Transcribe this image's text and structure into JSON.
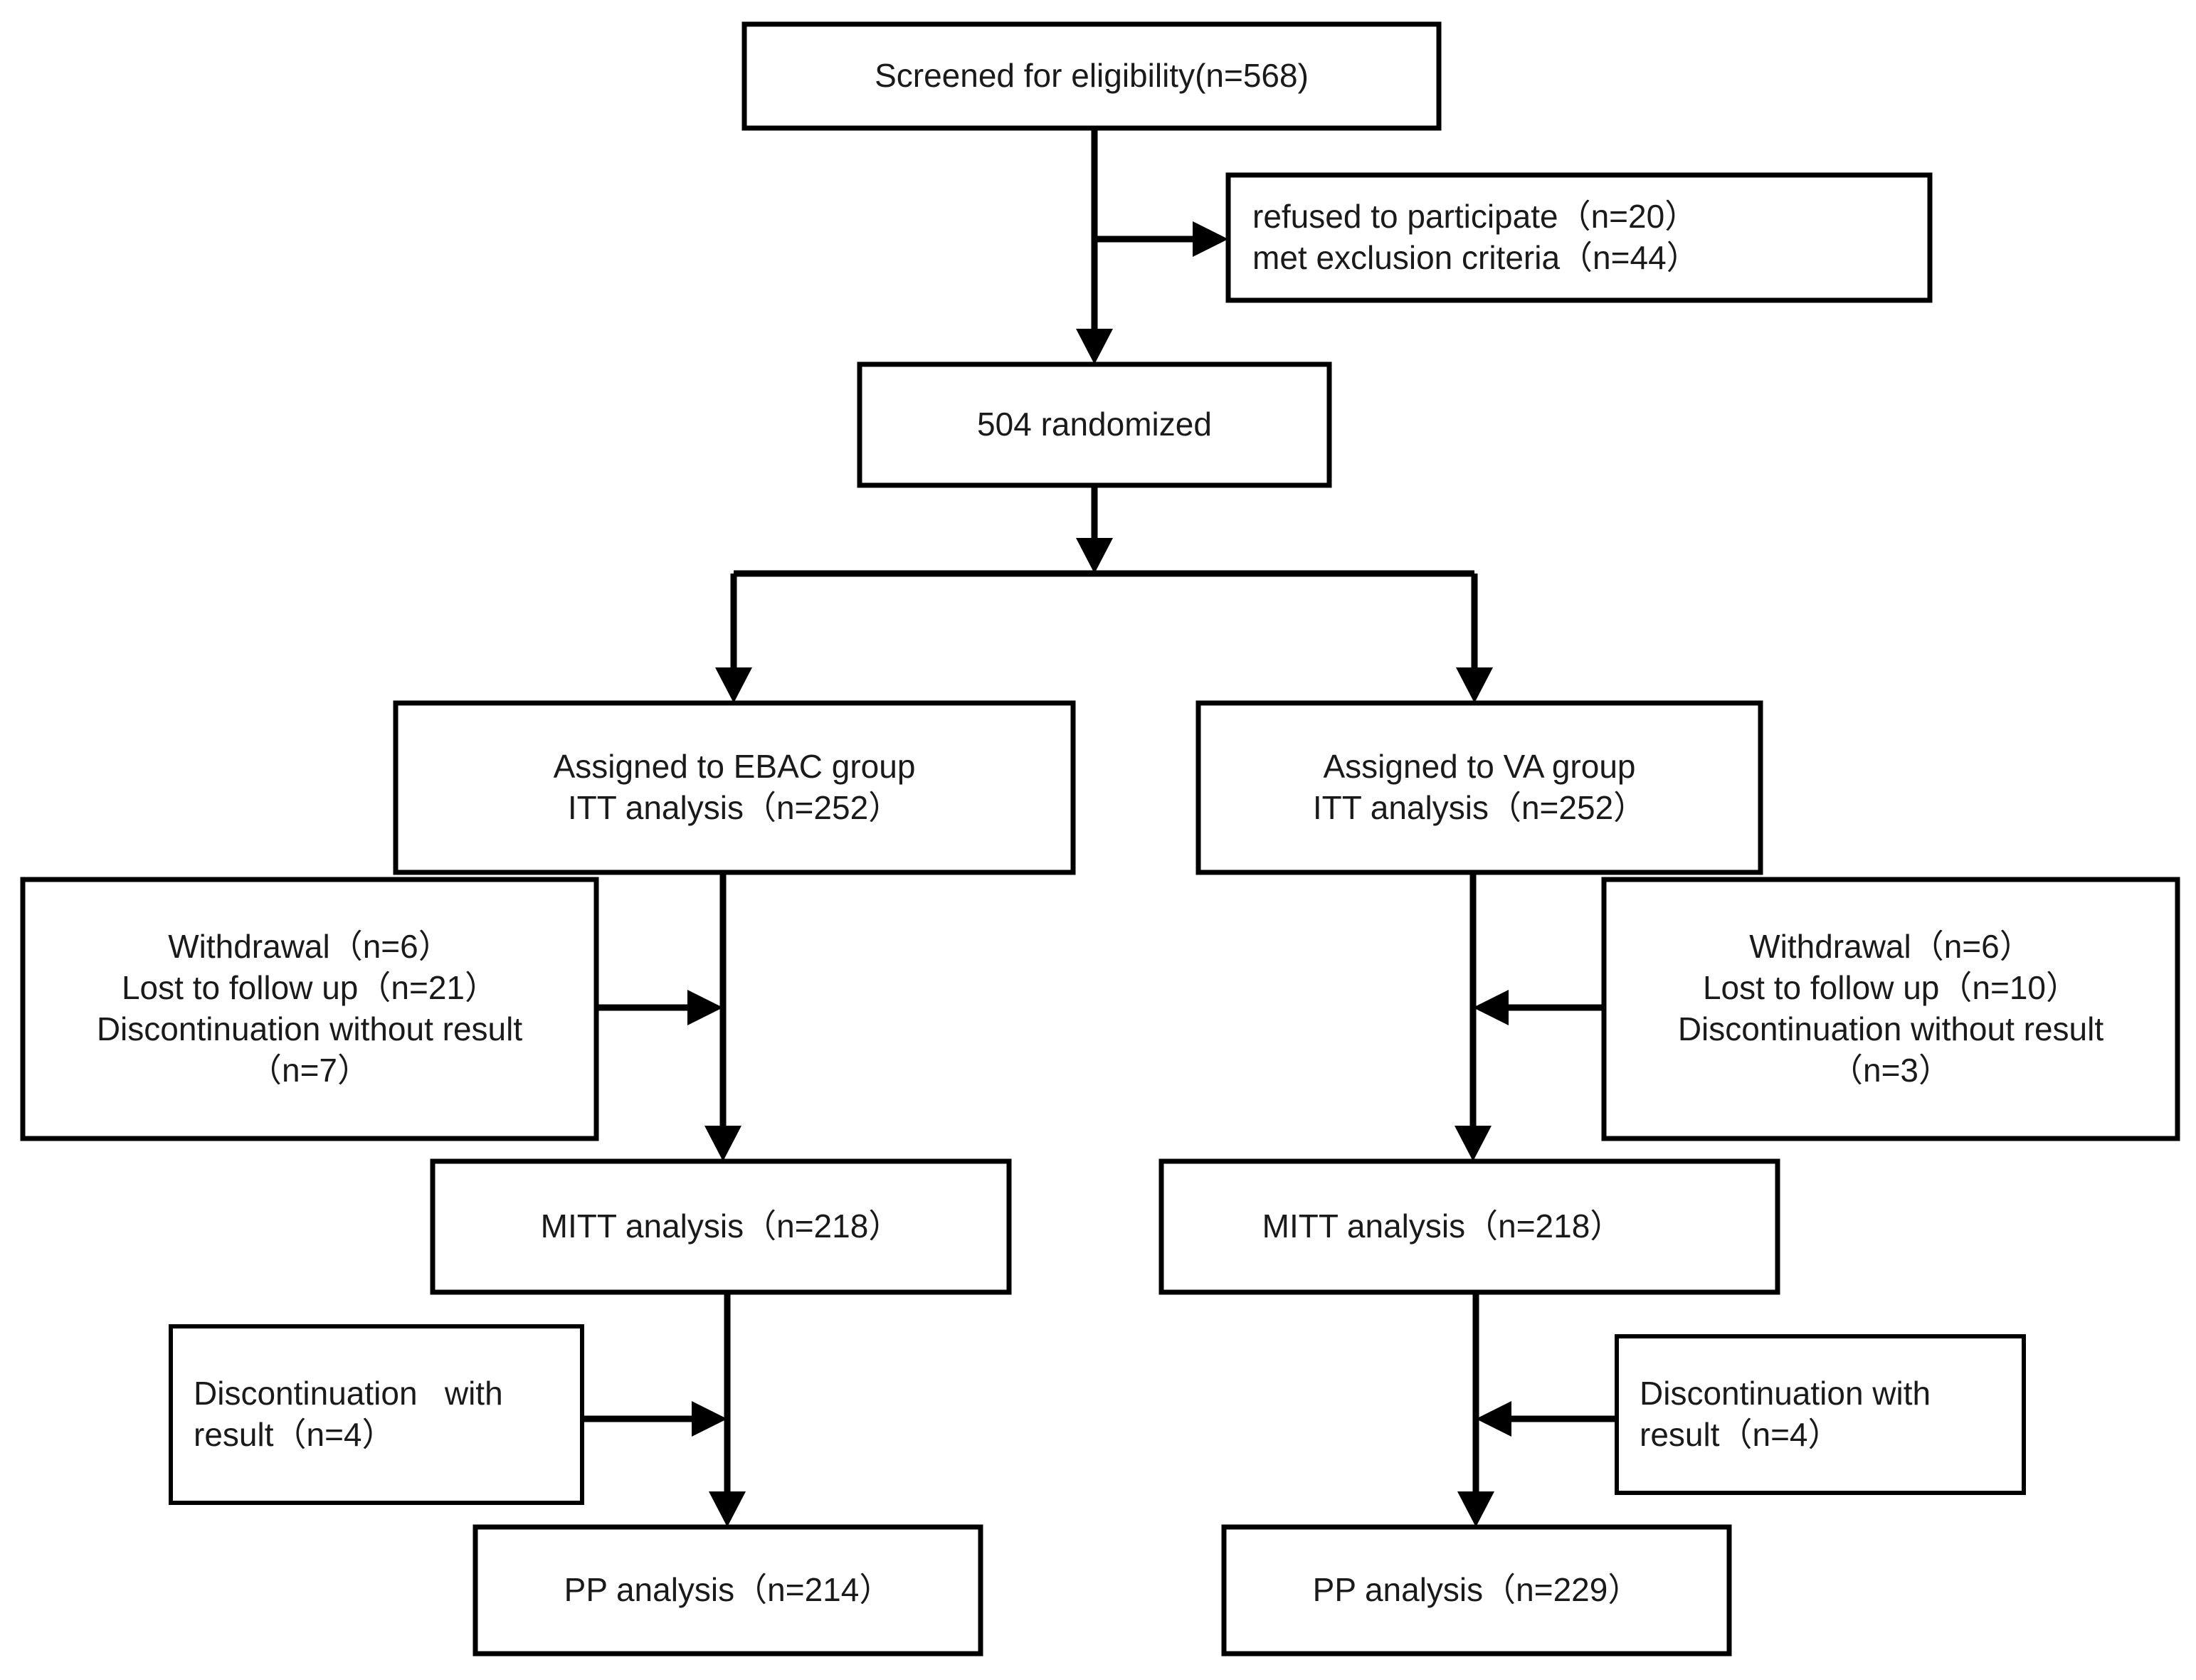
{
  "diagram": {
    "type": "consort-flow-diagram",
    "title_text": "",
    "colors": {
      "background": "#ffffff",
      "box_stroke": "#000000",
      "connector": "#000000",
      "text": "#1a1a1a"
    },
    "nodes": {
      "screened": {
        "id": "screened",
        "lines": [
          "Screened for eligibility(n=568)"
        ],
        "align": "center"
      },
      "excluded": {
        "id": "excluded",
        "lines": [
          "refused to participate（n=20）",
          "met exclusion criteria（n=44）"
        ],
        "align": "left"
      },
      "randomized": {
        "id": "randomized",
        "lines": [
          "504 randomized"
        ],
        "align": "center"
      },
      "assigned_ebac": {
        "id": "assigned-ebac",
        "lines": [
          "Assigned to EBAC group",
          "ITT analysis（n=252）"
        ],
        "align": "center"
      },
      "assigned_va": {
        "id": "assigned-va",
        "lines": [
          "Assigned to VA group",
          "ITT analysis（n=252）"
        ],
        "align": "center"
      },
      "attrition_ebac": {
        "id": "attrition-ebac",
        "lines": [
          "Withdrawal（n=6）",
          "Lost to follow up（n=21）",
          "Discontinuation without result",
          "（n=7）"
        ],
        "align": "center"
      },
      "attrition_va": {
        "id": "attrition-va",
        "lines": [
          "Withdrawal（n=6）",
          "Lost to follow up（n=10）",
          "Discontinuation without result",
          "（n=3）"
        ],
        "align": "center"
      },
      "mitt_ebac": {
        "id": "mitt-ebac",
        "lines": [
          "MITT analysis（n=218）"
        ],
        "align": "center"
      },
      "mitt_va": {
        "id": "mitt-va",
        "lines": [
          "MITT analysis（n=218）"
        ],
        "align": "center"
      },
      "disc_result_ebac": {
        "id": "discontinuation-with-result-ebac",
        "lines": [
          "Discontinuation   with",
          "result（n=4）"
        ],
        "align": "left"
      },
      "disc_result_va": {
        "id": "discontinuation-with-result-va",
        "lines": [
          "Discontinuation with",
          "result（n=4）"
        ],
        "align": "left"
      },
      "pp_ebac": {
        "id": "pp-ebac",
        "lines": [
          "PP analysis（n=214）"
        ],
        "align": "center"
      },
      "pp_va": {
        "id": "pp-va",
        "lines": [
          "PP analysis（n=229）"
        ],
        "align": "center"
      }
    },
    "chart_data": {
      "type": "table",
      "title": "CONSORT participant flow",
      "categories": [
        "Screened for eligibility",
        "refused to participate",
        "met exclusion criteria",
        "randomized",
        "EBAC ITT analysis",
        "VA ITT analysis",
        "EBAC Withdrawal",
        "EBAC Lost to follow up",
        "EBAC Discontinuation without result",
        "VA Withdrawal",
        "VA Lost to follow up",
        "VA Discontinuation without result",
        "EBAC MITT analysis",
        "VA MITT analysis",
        "EBAC Discontinuation with result",
        "VA Discontinuation with result",
        "EBAC PP analysis",
        "VA PP analysis"
      ],
      "values": [
        568,
        20,
        44,
        504,
        252,
        252,
        6,
        21,
        7,
        6,
        10,
        3,
        218,
        218,
        4,
        4,
        214,
        229
      ]
    }
  }
}
